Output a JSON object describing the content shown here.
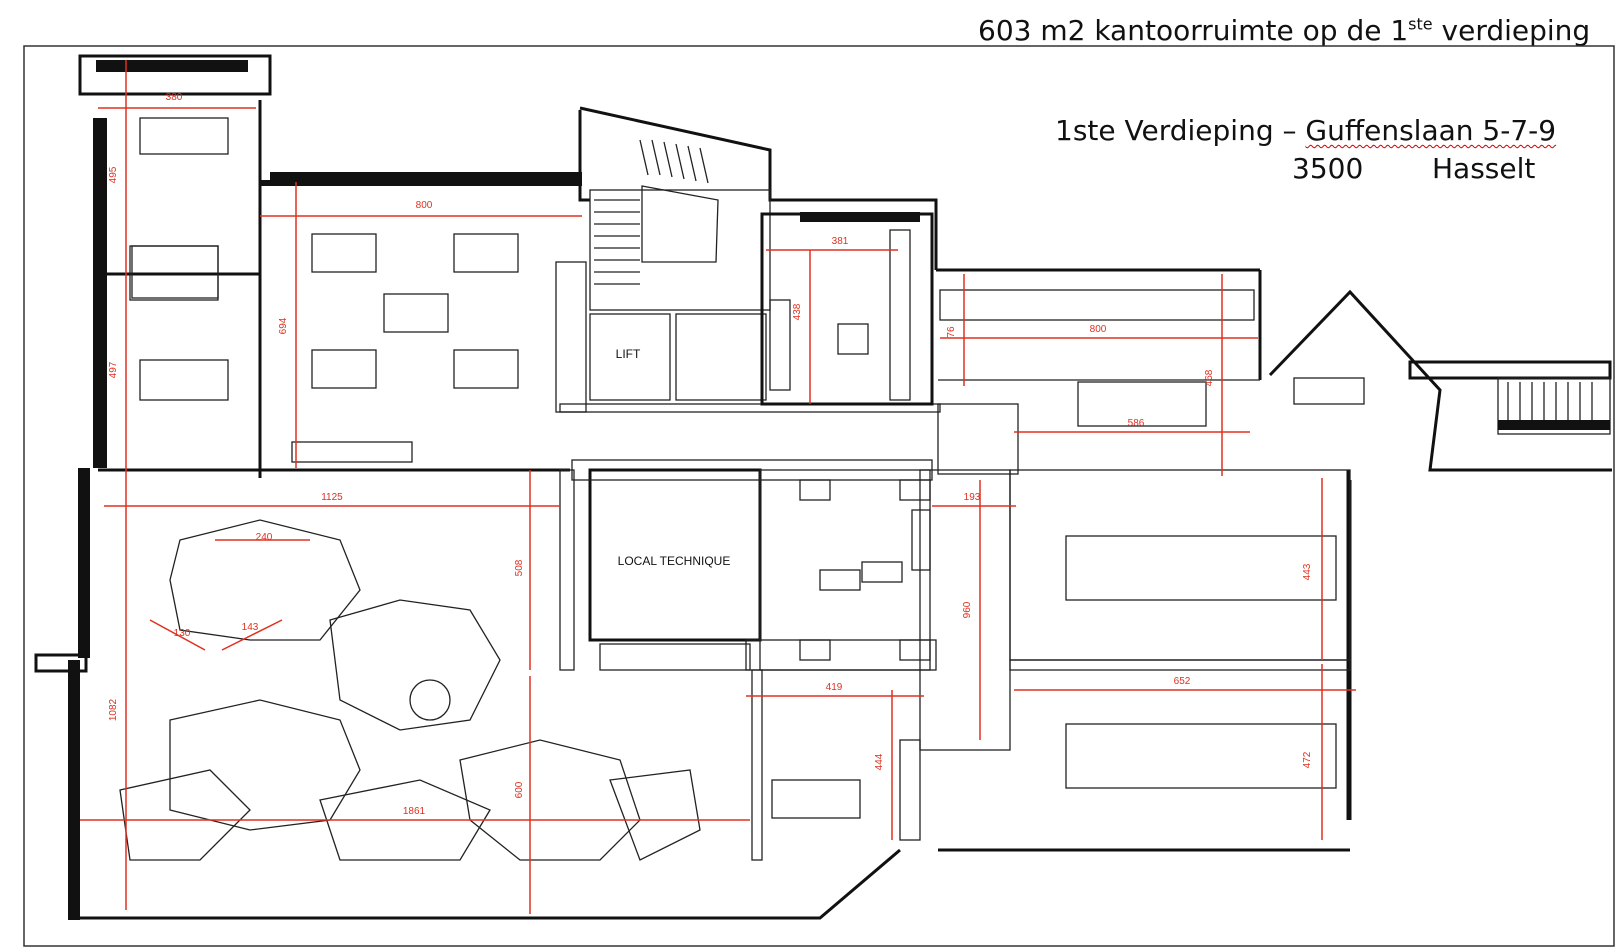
{
  "header": {
    "title_main": "603 m2 kantoorruimte op de 1",
    "title_sup": "ste",
    "title_end": " verdieping",
    "address_line1_prefix": "1ste Verdieping – ",
    "address_line1_street": "Guffenslaan 5-7-9",
    "postcode": "3500",
    "city": "Hasselt"
  },
  "rooms": {
    "lift": "LIFT",
    "technical": "LOCAL TECHNIQUE"
  },
  "dimensions": {
    "d380": "380",
    "d495": "495",
    "d497": "497",
    "d800a": "800",
    "d694": "694",
    "d381": "381",
    "d438": "438",
    "d76": "76",
    "d800b": "800",
    "d468": "468",
    "d586": "586",
    "d1125": "1125",
    "d240": "240",
    "d130": "130",
    "d143": "143",
    "d508": "508",
    "d193": "193",
    "d960": "960",
    "d443": "443",
    "d652": "652",
    "d472": "472",
    "d419": "419",
    "d444": "444",
    "d1082": "1082",
    "d1861": "1861",
    "d600": "600"
  },
  "colors": {
    "dimension": "#e03020",
    "wall": "#111111"
  }
}
